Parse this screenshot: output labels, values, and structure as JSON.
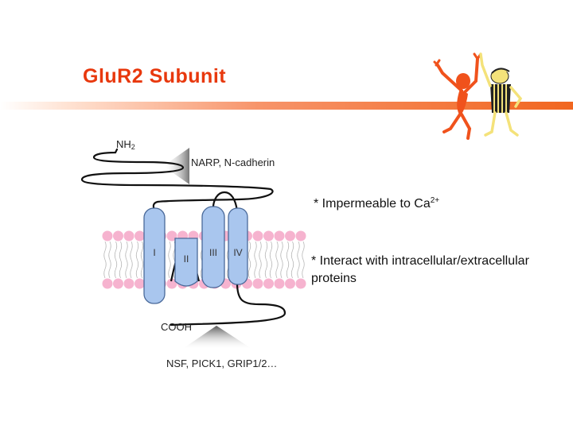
{
  "slide": {
    "title": "GluR2 Subunit"
  },
  "diagram": {
    "n_terminus": "NH",
    "n_terminus_sub": "2",
    "n_terminal_binding": "NARP, N-cadherin",
    "c_terminus": "COOH",
    "c_terminal_binding": "NSF, PICK1, GRIP1/2…",
    "segments": [
      "I",
      "II",
      "III",
      "IV"
    ]
  },
  "notes": {
    "impermeable_text": "* Impermeable to Ca",
    "impermeable_sup": "2+",
    "interact_text": "* Interact with intracellular/extracellular proteins"
  },
  "colors": {
    "title": "#e8380d",
    "membrane_head": "#f6b3cf",
    "helix_fill": "#a9c6ee",
    "helix_stroke": "#4a6a9a"
  }
}
